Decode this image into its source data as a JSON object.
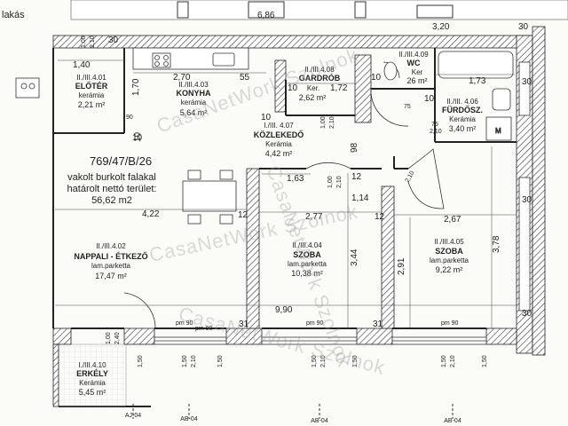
{
  "header_fragment": "lakás",
  "plot": {
    "number": "769/47/B/26",
    "note_line1": "vakolt burkolt falakal",
    "note_line2": "határolt nettó terület:",
    "total_area": "56,62 m2"
  },
  "rooms": {
    "eloter": {
      "id": "II./III.4.01",
      "name": "ELŐTÉR",
      "material": "kerámia",
      "area": "2,21 m²"
    },
    "konyha": {
      "id": "II./III.4.03",
      "name": "KONYHA",
      "material": "kerámia",
      "area": "5,64 m²"
    },
    "gardrob": {
      "id": "II./III.4.08",
      "name": "GARDRÓB",
      "material": "Ker.",
      "area": "2,62 m²"
    },
    "wc": {
      "id": "II./III.4.09",
      "name": "WC",
      "material": "Ker",
      "area": "26 m²"
    },
    "furdoszoba": {
      "id": "II./III. 4.06",
      "name": "FÜRDŐSZ.",
      "material": "Kerámia",
      "area": "3,40 m²"
    },
    "kozlekedo": {
      "id": "I./III. 4.07",
      "name": "KÖZLEKEDŐ",
      "material": "Kerámia",
      "area": "4,42 m²"
    },
    "nappali": {
      "id": "II./III.4.02",
      "name": "NAPPALI - ÉTKEZŐ",
      "material": "lam.parketta",
      "area": "17,47 m²"
    },
    "szoba1": {
      "id": "II./III.4.04",
      "name": "SZOBA",
      "material": "lam.parketta",
      "area": "10,38 m²"
    },
    "szoba2": {
      "id": "II./III.4.05",
      "name": "SZOBA",
      "material": "lam.parketta",
      "area": "9,22 m²"
    },
    "erkely": {
      "id": "I./III.4.10",
      "name": "ERKÉLY",
      "material": "Kerámia",
      "area": "5,45 m²"
    }
  },
  "dimensions": {
    "d_140": "1,40",
    "d_270": "2,70",
    "d_55": "55",
    "d_10a": "10",
    "d_170": "1,70",
    "d_172": "1,72",
    "d_10b": "10",
    "d_173": "1,73",
    "d_10c": "10",
    "d_320": "3,20",
    "d_30a": "30",
    "d_30b": "30",
    "d_30c": "30",
    "d_30d": "30",
    "d_30e": "30",
    "d_163": "1,63",
    "d_114": "1,14",
    "d_422": "4,22",
    "d_277": "2,77",
    "d_267": "2,67",
    "d_12a": "12",
    "d_12b": "12",
    "d_12c": "12",
    "d_98": "98",
    "d_344": "3,44",
    "d_291": "2,91",
    "d_378": "3,78",
    "d_990": "9,90",
    "d_31a": "31",
    "d_31b": "31",
    "d_75a": "75",
    "d_75b": "75",
    "d_210a": "2,10",
    "d_210b": "2,10",
    "d_210c": "2,10",
    "d_100a": "1,00",
    "d_100b": "1,00",
    "d_100c": "1,00",
    "d_210d": "2,10",
    "d_100d": "1,00",
    "d_240": "2,40",
    "d_150a": "1,50",
    "d_150b": "1,50",
    "d_150c": "1,50",
    "d_150d": "1,50",
    "d_150e": "1,50",
    "d_150f": "1,50",
    "d_150g": "1,50",
    "d_210e": "2,10",
    "d_210f": "2,10",
    "d_210g": "2,10",
    "d_210h": "2,10",
    "d_90": "90",
    "d_686": "6,86",
    "d_10d": "10",
    "d_10e": "10",
    "d_10f": "10"
  },
  "parapet": {
    "p1": "pm 90",
    "p2": "pm 90",
    "p3": "pm 90",
    "p4": "pm 90"
  },
  "section_marks": {
    "aj04": "AJ-04",
    "ab04a": "AB-04",
    "ab04b": "AB-04",
    "ab04c": "AB-04"
  },
  "fixture_m": "M",
  "watermark": "CasaNetWork Szolnok"
}
